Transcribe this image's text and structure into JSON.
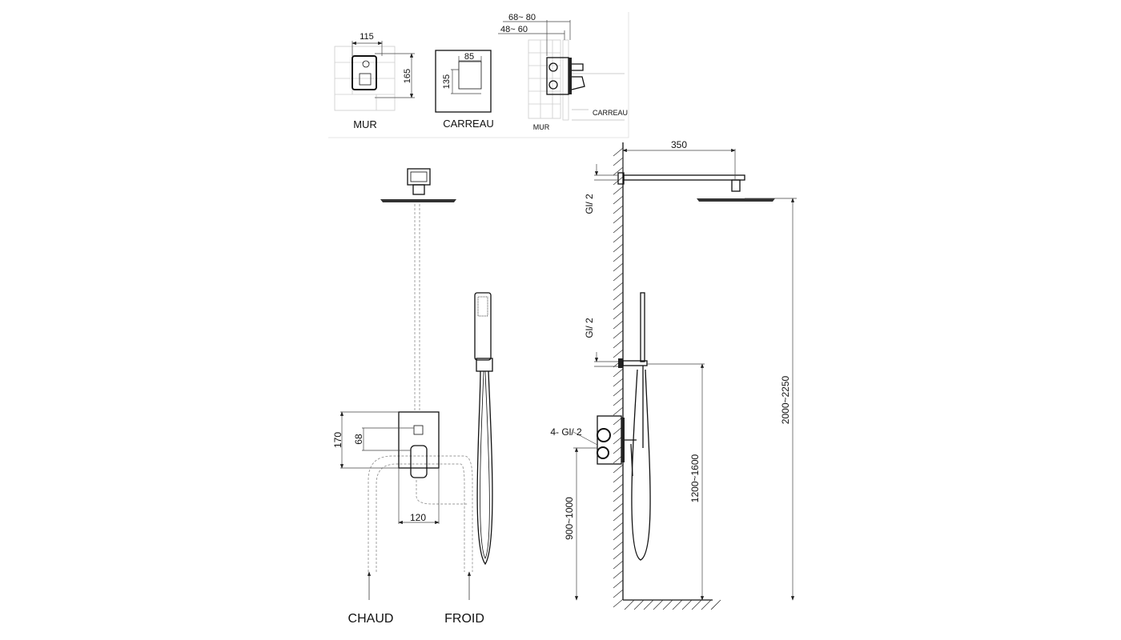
{
  "inset": {
    "mur_label": "MUR",
    "carreau_label": "CARREAU",
    "side_mur_label": "MUR",
    "side_carreau_label": "CARREAU",
    "dim_115": "115",
    "dim_165": "165",
    "dim_85": "85",
    "dim_135": "135",
    "dim_68_80": "68~ 80",
    "dim_48_60": "48~ 60"
  },
  "front_view": {
    "dim_170": "170",
    "dim_68": "68",
    "dim_120": "120",
    "chaud_label": "CHAUD",
    "froid_label": "FROID"
  },
  "side_view": {
    "dim_350": "350",
    "gl_top": "Gl/ 2",
    "gl_mid": "Gl/ 2",
    "gl_mixer": "4- Gl/ 2",
    "dim_2000_2250": "2000~2250",
    "dim_1200_1600": "1200~1600",
    "dim_900_1000": "900~1000"
  }
}
